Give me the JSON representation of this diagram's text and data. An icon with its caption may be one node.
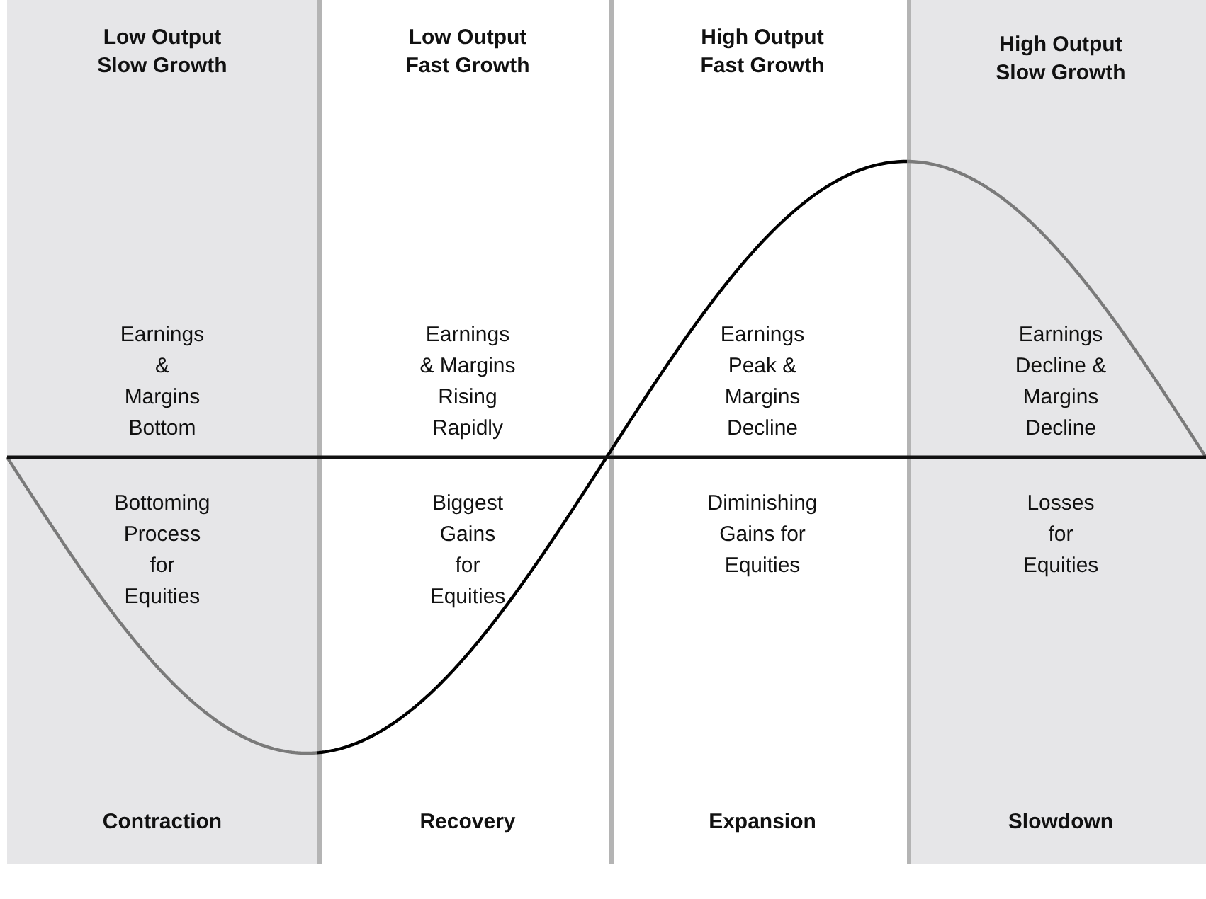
{
  "diagram": {
    "nodes": [
      {
        "text": [
          "Low Output Slow Growth",
          "Earnings & Margins Bottom",
          "Bottoming Process for Equities",
          "Contraction"
        ]
      },
      {
        "text": [
          "Low Output Fast Growth",
          "Earnings & Margins Rising Rapidly",
          "Biggest Gains for Equities",
          "Recovery"
        ]
      },
      {
        "text": [
          "High Output Fast Growth",
          "Earnings Peak & Margins Decline",
          "Diminishing Gains for Equities",
          "Expansion"
        ]
      },
      {
        "text": [
          "High Output Slow Growth",
          "Earnings Decline & Margins Decline",
          "Losses for Equities",
          "Slowdown"
        ]
      }
    ]
  }
}
